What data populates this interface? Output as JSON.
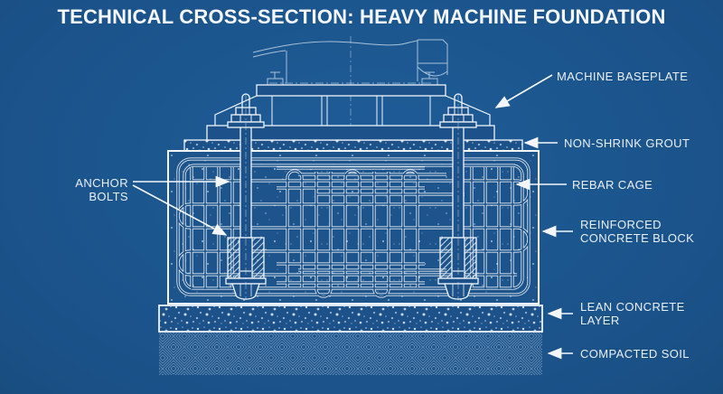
{
  "title": "TECHNICAL CROSS-SECTION: HEAVY MACHINE FOUNDATION",
  "labels": {
    "anchor_bolts": "ANCHOR BOLTS",
    "machine_baseplate": "MACHINE BASEPLATE",
    "non_shrink_grout": "NON-SHRINK GROUT",
    "rebar_cage": "REBAR CAGE",
    "reinforced_concrete_block": "REINFORCED CONCRETE BLOCK",
    "lean_concrete_layer": "LEAN CONCRETE LAYER",
    "compacted_soil": "COMPACTED SOIL"
  },
  "colors": {
    "background_center": "#1f5d99",
    "background_edge": "#123b66",
    "line_color": "#f3f7fb",
    "text_color": "#e9eff7",
    "text_bright": "#f4f7fb"
  }
}
